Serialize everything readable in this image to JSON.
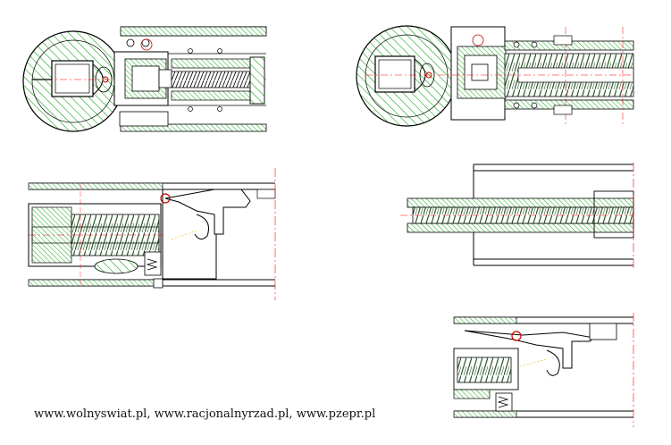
{
  "footer_text": "www.wolnyswiat.pl, www.racjonalnyrzad.pl, www.pzepr.pl",
  "colors": {
    "line": "#000000",
    "hatch": "#00a000",
    "accent": "#ff0000",
    "pivot": "#cc0000",
    "spring": "#3a6a3a",
    "paper": "#ffffff"
  },
  "views": [
    {
      "name": "view-top-left",
      "kind": "assembly-with-grip"
    },
    {
      "name": "view-top-right",
      "kind": "assembly-with-grip-spring"
    },
    {
      "name": "view-middle-left",
      "kind": "barrel-and-trigger-section"
    },
    {
      "name": "view-middle-right",
      "kind": "spring-tube-section"
    },
    {
      "name": "view-bottom-right",
      "kind": "trigger-mechanism-detail"
    }
  ]
}
